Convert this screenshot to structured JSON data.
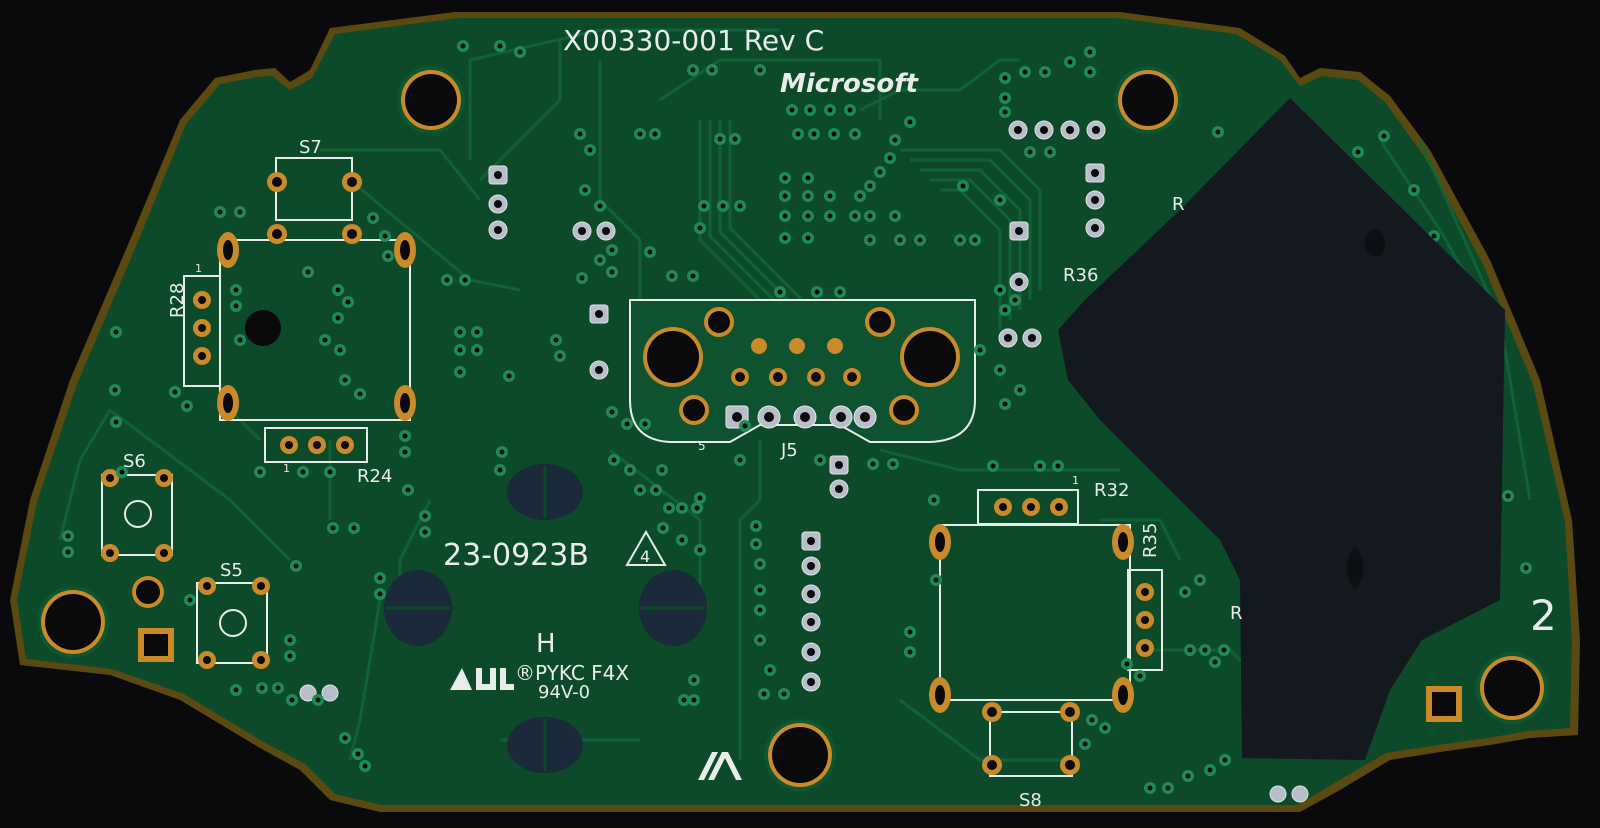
{
  "board": {
    "part_number": "X00330-001 Rev C",
    "brand": "Microsoft",
    "board_code": "23-0923B",
    "revision_mark": "4",
    "side_mark": "H",
    "cert_line1": "®PYKC F4X",
    "cert_line2": "94V-0",
    "corner_number": "2",
    "colors": {
      "background": "#0a0a0c",
      "substrate": "#5a4a12",
      "soldermask": "#0c4a2a",
      "trace": "#0f5a32",
      "silkscreen": "#e8ecea",
      "copper_hole": "#c98a2a",
      "tape": "#14181f"
    }
  },
  "designators": {
    "s7": "S7",
    "r28": "R28",
    "s6": "S6",
    "s5": "S5",
    "r24": "R24",
    "r36": "R36",
    "j5": "J5",
    "j5_pin": "5",
    "r32": "R32",
    "r35": "R35",
    "s8": "S8",
    "r_partial_top": "R",
    "r_partial_right": "R",
    "pin1_r24": "1",
    "pin1_r32": "1",
    "pin1_r28": "1"
  },
  "icons": {
    "ul_logo": "ul-recognized-icon",
    "manufacturer_logo": "manufacturer-m-logo-icon",
    "warning_triangle": "revision-triangle-icon"
  }
}
